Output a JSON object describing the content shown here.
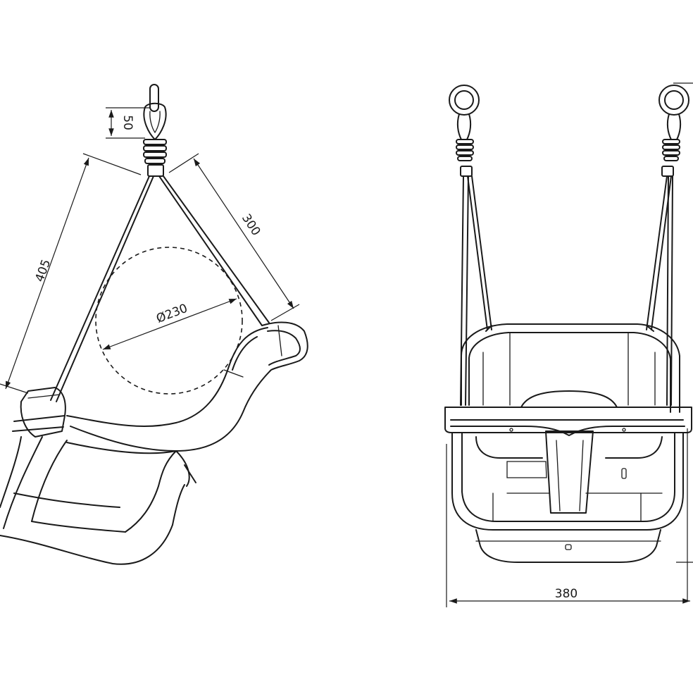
{
  "dimensions": {
    "link": "50",
    "rope_length": "405",
    "strap_length": "300",
    "seat_diameter": "Ø230",
    "width": "380"
  },
  "colors": {
    "line": "#1a1a1a",
    "background": "#ffffff"
  }
}
